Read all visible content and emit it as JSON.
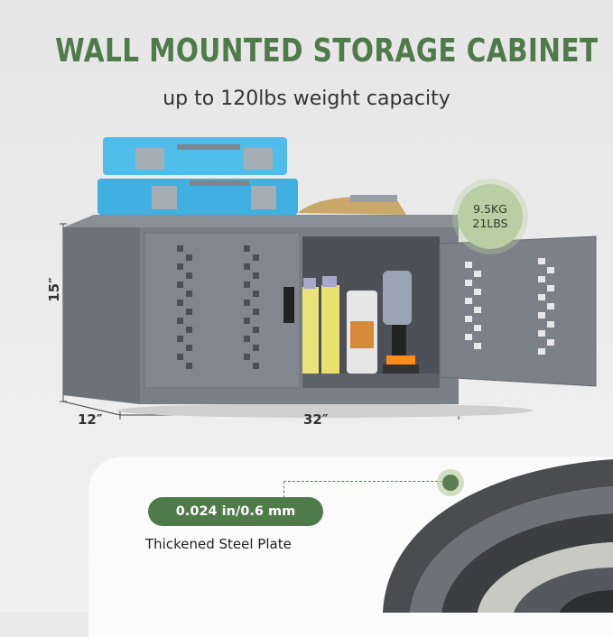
{
  "headline": "WALL MOUNTED STORAGE CABINET",
  "subheadline": "up to 120lbs weight capacity",
  "weight_badge": {
    "line1": "9.5KG",
    "line2": "21LBS"
  },
  "dimensions": {
    "height": "15″",
    "depth": "12″",
    "width": "32″"
  },
  "thickness_pill": "0.024 in/0.6 mm",
  "thickness_caption": "Thickened Steel Plate",
  "colors": {
    "brand_green": "#4f7a4a",
    "cabinet_gray": "#7a7f86",
    "toolbox_blue": "#3fb0e0",
    "badge_green": "#b9cfa3"
  }
}
